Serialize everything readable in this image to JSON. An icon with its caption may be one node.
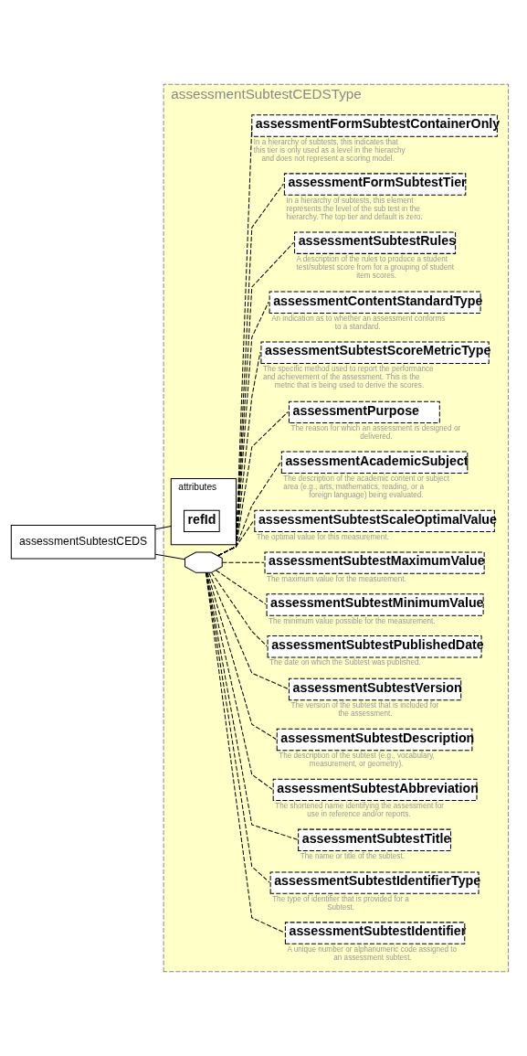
{
  "diagram": {
    "nodes": [
      {
        "text": [
          "assessmentSubtestCEDS"
        ]
      },
      {
        "text": [
          "assessmentSubtestCEDSType"
        ]
      },
      {
        "text": [
          "attributes"
        ],
        "in": 1
      },
      {
        "text": [
          "refId"
        ],
        "in": 2
      },
      {
        "text": [],
        "shape": "octagon",
        "in": 1
      },
      {
        "text": [
          "assessmentSubtestIdentifier"
        ],
        "beside": [
          "A unique number or alphanumeric code assigned to an assessment subtest."
        ],
        "in": 1
      },
      {
        "text": [
          "assessmentSubtestIdentifierType"
        ],
        "beside": [
          "The type of identifier that is provided for a Subtest."
        ],
        "in": 1
      },
      {
        "text": [
          "assessmentSubtestTitle"
        ],
        "beside": [
          "The name or title of the subtest."
        ],
        "in": 1
      },
      {
        "text": [
          "assessmentSubtestAbbreviation"
        ],
        "beside": [
          "The shortened name identifying the assessment for use in reference and/or reports."
        ],
        "in": 1
      },
      {
        "text": [
          "assessmentSubtestDescription"
        ],
        "beside": [
          "The description of the subtest (e.g., vocabulary, measurement, or geometry)."
        ],
        "in": 1
      },
      {
        "text": [
          "assessmentSubtestVersion"
        ],
        "beside": [
          "The version of the subtest that is included for the assessment."
        ],
        "in": 1
      },
      {
        "text": [
          "assessmentSubtestPublishedDate"
        ],
        "beside": [
          "The date on which the Subtest was published."
        ],
        "in": 1
      },
      {
        "text": [
          "assessmentSubtestMinimumValue"
        ],
        "beside": [
          "The minimum value possible for the measurement."
        ],
        "in": 1
      },
      {
        "text": [
          "assessmentSubtestMaximumValue"
        ],
        "beside": [
          "The maximum value for the measurement."
        ],
        "in": 1
      },
      {
        "text": [
          "assessmentSubtestScaleOptimalValue"
        ],
        "beside": [
          "The optimal value for this measurement."
        ],
        "in": 1
      },
      {
        "text": [
          "assessmentAcademicSubject"
        ],
        "beside": [
          "The description of the academic content or subject area (e.g., arts, mathematics, reading, or a foreign language) being evaluated."
        ],
        "in": 1
      },
      {
        "text": [
          "assessmentPurpose"
        ],
        "beside": [
          "The reason for which an assessment is designed or delivered."
        ],
        "in": 1
      },
      {
        "text": [
          "assessmentSubtestScoreMetricType"
        ],
        "beside": [
          "The specific method used to report the performance and achievement of the assessment. This is the metric that is being used to derive the scores."
        ],
        "in": 1
      },
      {
        "text": [
          "assessmentContentStandardType"
        ],
        "beside": [
          "An indication as to whether an assessment conforms to a standard."
        ],
        "in": 1
      },
      {
        "text": [
          "assessmentSubtestRules"
        ],
        "beside": [
          "A description of the rules to produce a student test/subtest score from for a grouping of student item scores."
        ],
        "in": 1
      },
      {
        "text": [
          "assessmentFormSubtestTier"
        ],
        "beside": [
          "In a hierarchy of subtests, this element represents the level of the sub test in the hierarchy. The top tier and default is zero."
        ],
        "in": 1
      },
      {
        "text": [
          "assessmentFormSubtestContainerOnly"
        ],
        "beside": [
          "In a hierarchy of subtests, this indicates that this tier is only used as a level in the hierarchy and does not represent a scoring model."
        ],
        "in": 1
      }
    ],
    "edges": [
      {
        "from": 0,
        "to": 2,
        "arrow": "none"
      },
      {
        "from": 0,
        "to": 4,
        "arrow": "none"
      },
      {
        "from": 4,
        "to": 5,
        "arrow": "none",
        "style": "dashed"
      },
      {
        "from": 4,
        "to": 6,
        "arrow": "none",
        "style": "dashed"
      },
      {
        "from": 4,
        "to": 7,
        "arrow": "none",
        "style": "dashed"
      },
      {
        "from": 4,
        "to": 8,
        "arrow": "none",
        "style": "dashed"
      },
      {
        "from": 4,
        "to": 9,
        "arrow": "none",
        "style": "dashed"
      },
      {
        "from": 4,
        "to": 10,
        "arrow": "none",
        "style": "dashed"
      },
      {
        "from": 4,
        "to": 11,
        "arrow": "none",
        "style": "dashed"
      },
      {
        "from": 4,
        "to": 12,
        "arrow": "none",
        "style": "dashed"
      },
      {
        "from": 4,
        "to": 13,
        "arrow": "none",
        "style": "dashed"
      },
      {
        "from": 4,
        "to": 14,
        "arrow": "none",
        "style": "dashed"
      },
      {
        "from": 4,
        "to": 15,
        "arrow": "none",
        "style": "dashed"
      },
      {
        "from": 4,
        "to": 16,
        "arrow": "none",
        "style": "dashed"
      },
      {
        "from": 4,
        "to": 17,
        "arrow": "none",
        "style": "dashed"
      },
      {
        "from": 4,
        "to": 18,
        "arrow": "none",
        "style": "dashed"
      },
      {
        "from": 4,
        "to": 19,
        "arrow": "none",
        "style": "dashed"
      },
      {
        "from": 4,
        "to": 20,
        "arrow": "none",
        "style": "dashed"
      },
      {
        "from": 4,
        "to": 21,
        "arrow": "none",
        "style": "dashed"
      }
    ]
  }
}
